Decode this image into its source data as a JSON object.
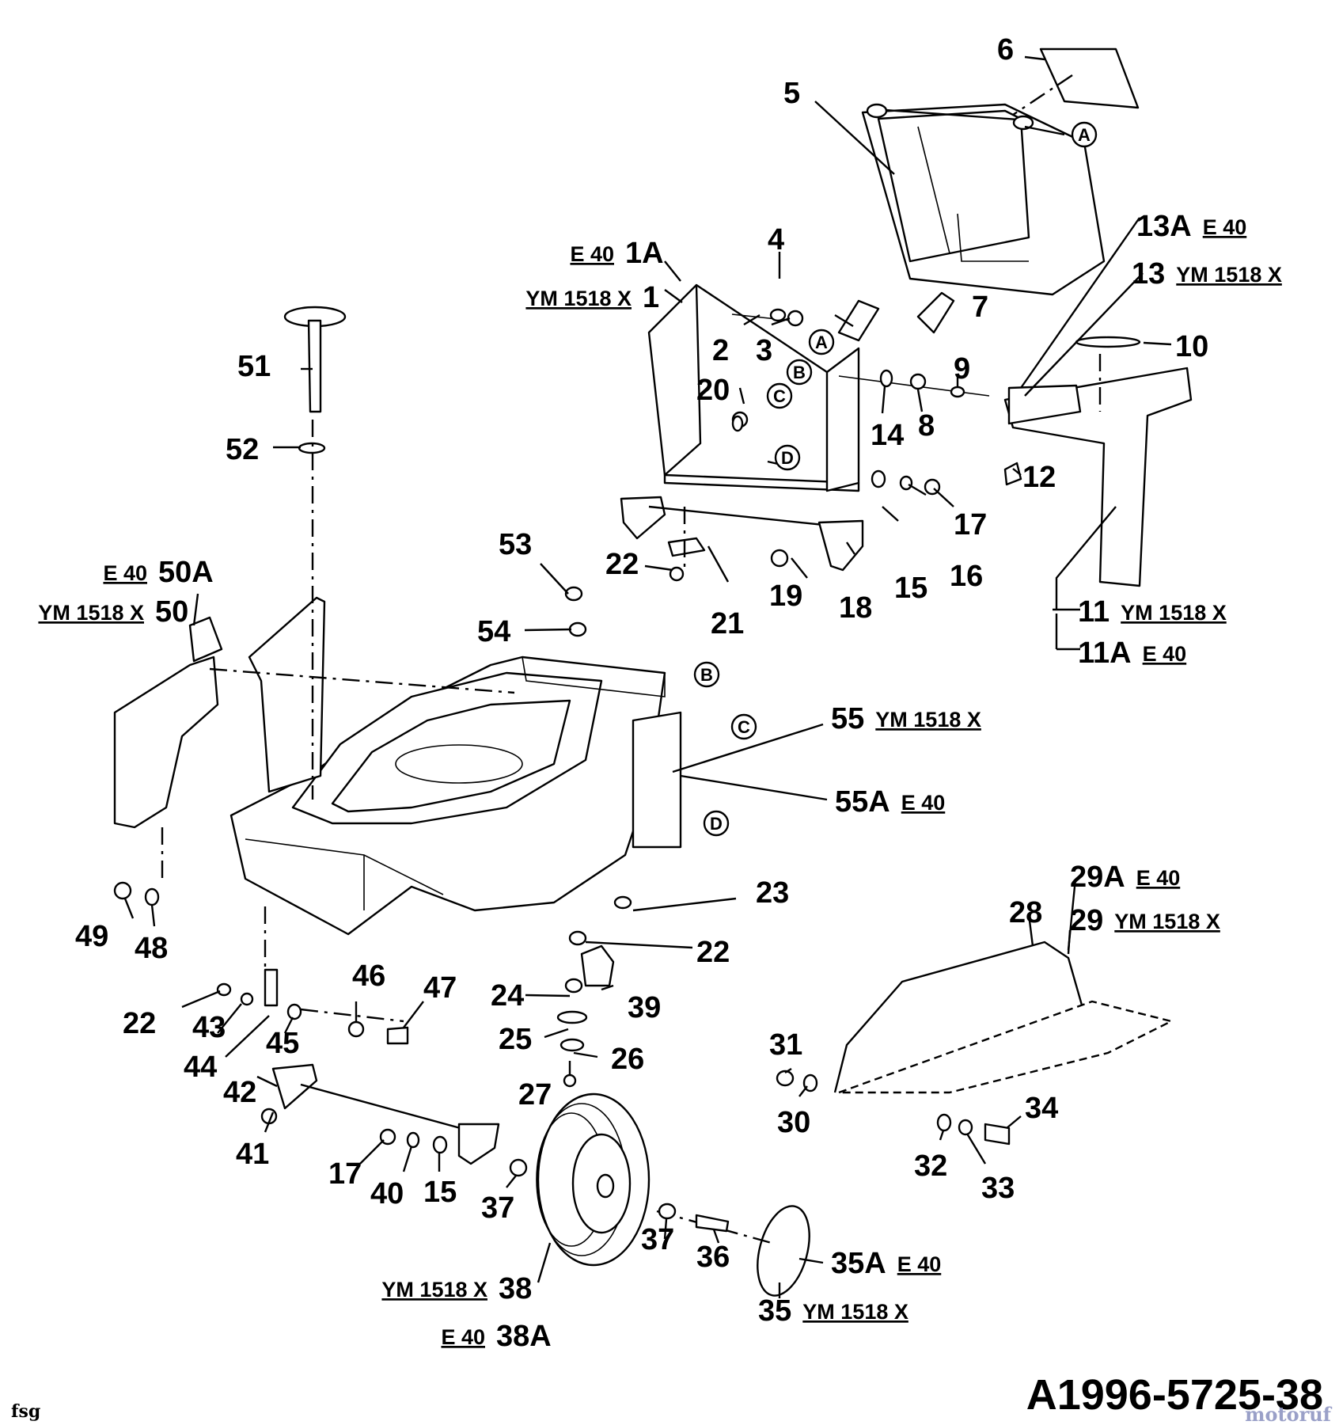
{
  "diagram_code": "A1996-5725-38",
  "footer_left": "fsg",
  "watermark": "motoruf",
  "variant_codes": {
    "e40": "E 40",
    "ym": "YM 1518 X"
  },
  "circled_refs": [
    "A",
    "B",
    "C",
    "D"
  ],
  "parts": [
    {
      "id": "1",
      "variant": "YM 1518 X"
    },
    {
      "id": "1A",
      "variant": "E 40"
    },
    {
      "id": "2"
    },
    {
      "id": "3"
    },
    {
      "id": "4"
    },
    {
      "id": "5"
    },
    {
      "id": "6"
    },
    {
      "id": "7"
    },
    {
      "id": "8"
    },
    {
      "id": "9"
    },
    {
      "id": "10"
    },
    {
      "id": "11",
      "variant": "YM 1518 X"
    },
    {
      "id": "11A",
      "variant": "E 40"
    },
    {
      "id": "12"
    },
    {
      "id": "13",
      "variant": "YM 1518 X"
    },
    {
      "id": "13A",
      "variant": "E 40"
    },
    {
      "id": "14"
    },
    {
      "id": "15"
    },
    {
      "id": "16"
    },
    {
      "id": "17"
    },
    {
      "id": "18"
    },
    {
      "id": "19"
    },
    {
      "id": "20"
    },
    {
      "id": "21"
    },
    {
      "id": "22"
    },
    {
      "id": "23"
    },
    {
      "id": "24"
    },
    {
      "id": "25"
    },
    {
      "id": "26"
    },
    {
      "id": "27"
    },
    {
      "id": "28"
    },
    {
      "id": "29",
      "variant": "YM 1518 X"
    },
    {
      "id": "29A",
      "variant": "E 40"
    },
    {
      "id": "30"
    },
    {
      "id": "31"
    },
    {
      "id": "32"
    },
    {
      "id": "33"
    },
    {
      "id": "34"
    },
    {
      "id": "35",
      "variant": "YM 1518 X"
    },
    {
      "id": "35A",
      "variant": "E 40"
    },
    {
      "id": "36"
    },
    {
      "id": "37"
    },
    {
      "id": "38",
      "variant": "YM 1518 X"
    },
    {
      "id": "38A",
      "variant": "E 40"
    },
    {
      "id": "39"
    },
    {
      "id": "40"
    },
    {
      "id": "41"
    },
    {
      "id": "42"
    },
    {
      "id": "43"
    },
    {
      "id": "44"
    },
    {
      "id": "45"
    },
    {
      "id": "46"
    },
    {
      "id": "47"
    },
    {
      "id": "48"
    },
    {
      "id": "49"
    },
    {
      "id": "50",
      "variant": "YM 1518 X"
    },
    {
      "id": "50A",
      "variant": "E 40"
    },
    {
      "id": "51"
    },
    {
      "id": "52"
    },
    {
      "id": "53"
    },
    {
      "id": "54"
    },
    {
      "id": "55",
      "variant": "YM 1518 X"
    },
    {
      "id": "55A",
      "variant": "E 40"
    }
  ]
}
